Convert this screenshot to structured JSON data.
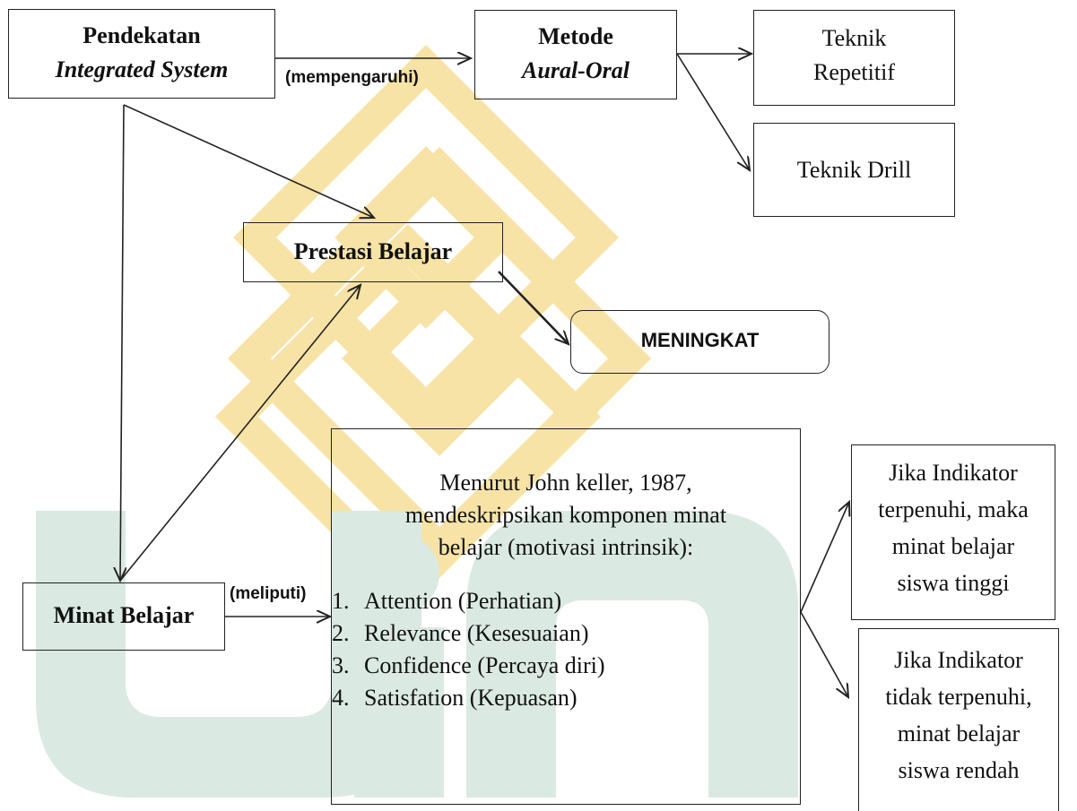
{
  "nodes": {
    "pendekatan": {
      "line1": "Pendekatan",
      "line2": "Integrated System"
    },
    "metode": {
      "line1": "Metode",
      "line2": "Aural-Oral"
    },
    "teknik_repetitif": {
      "line1": "Teknik",
      "line2": "Repetitif"
    },
    "teknik_drill": {
      "label": "Teknik Drill"
    },
    "prestasi": {
      "label": "Prestasi Belajar"
    },
    "meningkat": {
      "label": "MENINGKAT"
    },
    "minat": {
      "label": "Minat Belajar"
    },
    "keller": {
      "intro": [
        "Menurut John keller, 1987,",
        "mendeskripsikan komponen minat",
        "belajar (motivasi intrinsik):"
      ],
      "items": [
        {
          "num": "1.",
          "text": "Attention (Perhatian)"
        },
        {
          "num": "2.",
          "text": "Relevance (Kesesuaian)"
        },
        {
          "num": "3.",
          "text": "Confidence (Percaya diri)"
        },
        {
          "num": "4.",
          "text": "Satisfation (Kepuasan)"
        }
      ]
    },
    "jika_terpenuhi": {
      "lines": [
        "Jika Indikator",
        "terpenuhi, maka",
        "minat belajar",
        "siswa tinggi"
      ]
    },
    "jika_tidak": {
      "lines": [
        "Jika Indikator",
        "tidak terpenuhi,",
        "minat belajar",
        "siswa rendah"
      ]
    }
  },
  "edge_labels": {
    "mempengaruhi": "(mempengaruhi)",
    "meliputi": "(meliputi)"
  },
  "colors": {
    "watermark_gold": "#f7e3a6",
    "watermark_green": "#dbe9e3",
    "stroke": "#222222"
  }
}
